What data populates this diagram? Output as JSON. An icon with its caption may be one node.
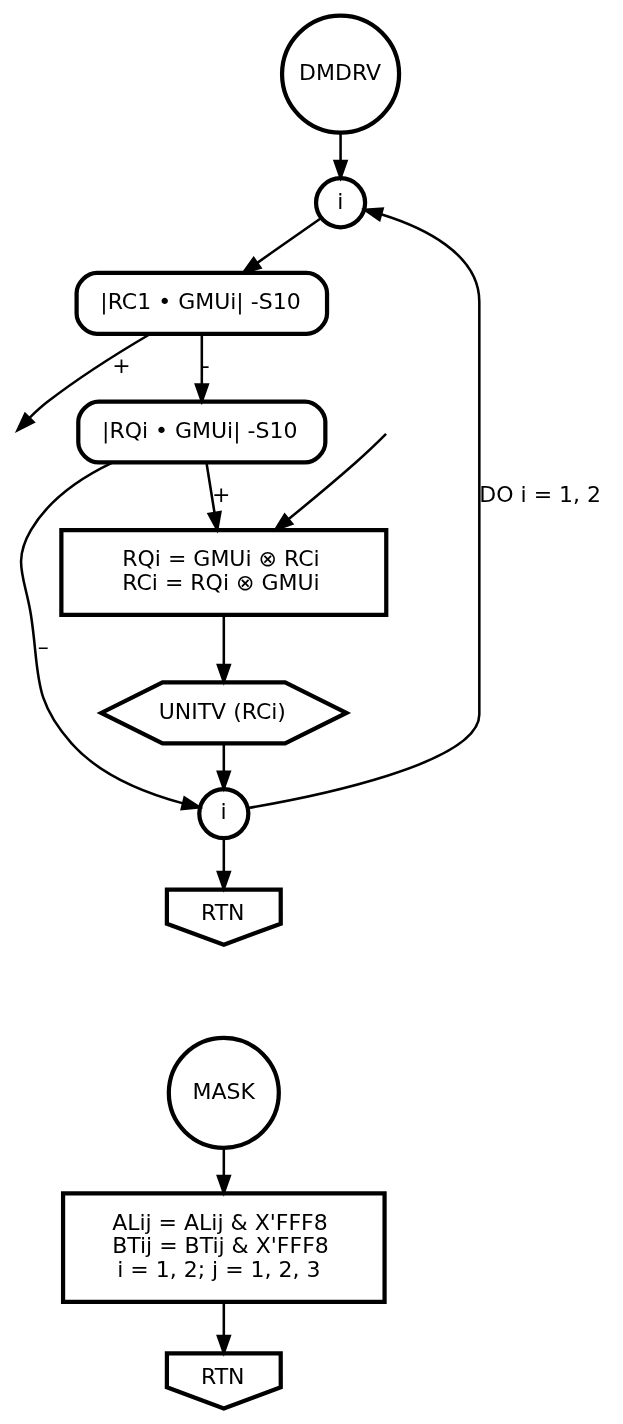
{
  "diagram": {
    "nodes": [
      {
        "text": [
          "DMDRV"
        ]
      },
      {
        "text": [
          "i"
        ]
      },
      {
        "text": [
          "|RC1 • GMUi| -S10"
        ]
      },
      {
        "text": [
          "|RQi • GMUi| -S10"
        ]
      },
      {
        "text": [
          "RQi = GMUi ⊗ RCi",
          "RCi = RQi ⊗ GMUi"
        ]
      },
      {
        "text": [
          "UNITV (RCi)"
        ]
      },
      {
        "text": [
          "i"
        ]
      },
      {
        "text": [
          "RTN"
        ]
      },
      {
        "text": [
          "MASK"
        ]
      },
      {
        "text": [
          "ALij = ALij & X'FFF8",
          "BTij = BTij & X'FFF8",
          "i = 1, 2; j = 1, 2, 3"
        ]
      },
      {
        "text": [
          "RTN"
        ]
      }
    ],
    "edges": [
      {
        "from": 0,
        "to": 1,
        "arrow": "to"
      },
      {
        "from": 1,
        "to": 2,
        "arrow": "to"
      },
      {
        "from": 2,
        "to": null,
        "label": "+",
        "arrow": "to"
      },
      {
        "from": 2,
        "to": 3,
        "label": "-",
        "arrow": "to"
      },
      {
        "from": 3,
        "to": 6,
        "label": "–",
        "arrow": "to"
      },
      {
        "from": 3,
        "to": 4,
        "label": "+",
        "arrow": "to"
      },
      {
        "from": null,
        "to": 4,
        "arrow": "to"
      },
      {
        "from": 4,
        "to": 5,
        "arrow": "to"
      },
      {
        "from": 5,
        "to": 6,
        "arrow": "to"
      },
      {
        "from": 6,
        "to": 1,
        "label": "DO i = 1, 2",
        "arrow": "to"
      },
      {
        "from": 6,
        "to": 7,
        "arrow": "to"
      },
      {
        "from": 8,
        "to": 9,
        "arrow": "to"
      },
      {
        "from": 9,
        "to": 10,
        "arrow": "to"
      }
    ]
  }
}
